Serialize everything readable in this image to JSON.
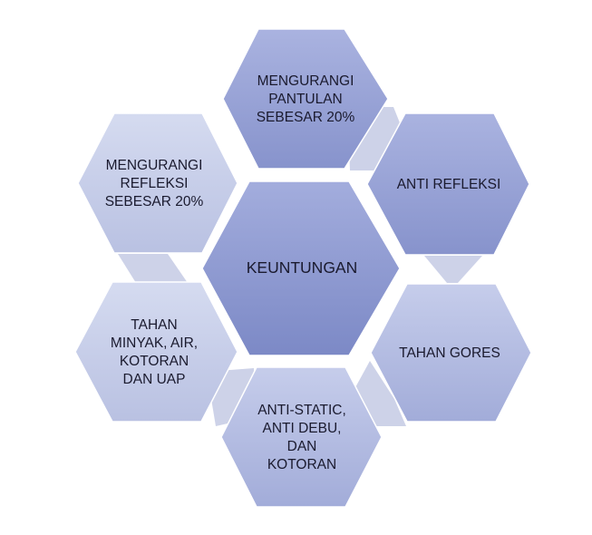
{
  "center": {
    "lines": [
      "KEUNTUNGAN"
    ]
  },
  "hexagons": [
    {
      "id": "top",
      "lines": [
        "MENGURANGI",
        "PANTULAN",
        "SEBESAR 20%"
      ]
    },
    {
      "id": "upper-right",
      "lines": [
        "ANTI REFLEKSI"
      ]
    },
    {
      "id": "lower-right",
      "lines": [
        "TAHAN GORES"
      ]
    },
    {
      "id": "bottom",
      "lines": [
        "ANTI-STATIC,",
        "ANTI DEBU,",
        "DAN",
        "KOTORAN"
      ]
    },
    {
      "id": "lower-left",
      "lines": [
        "TAHAN",
        "MINYAK, AIR,",
        "KOTORAN",
        "DAN UAP"
      ]
    },
    {
      "id": "upper-left",
      "lines": [
        "MENGURANGI",
        "REFLEKSI",
        "SEBESAR 20%"
      ]
    }
  ],
  "colors": {
    "connector": "#cdd2e8",
    "outline": "#ffffff",
    "text": "#1a1a2e"
  }
}
